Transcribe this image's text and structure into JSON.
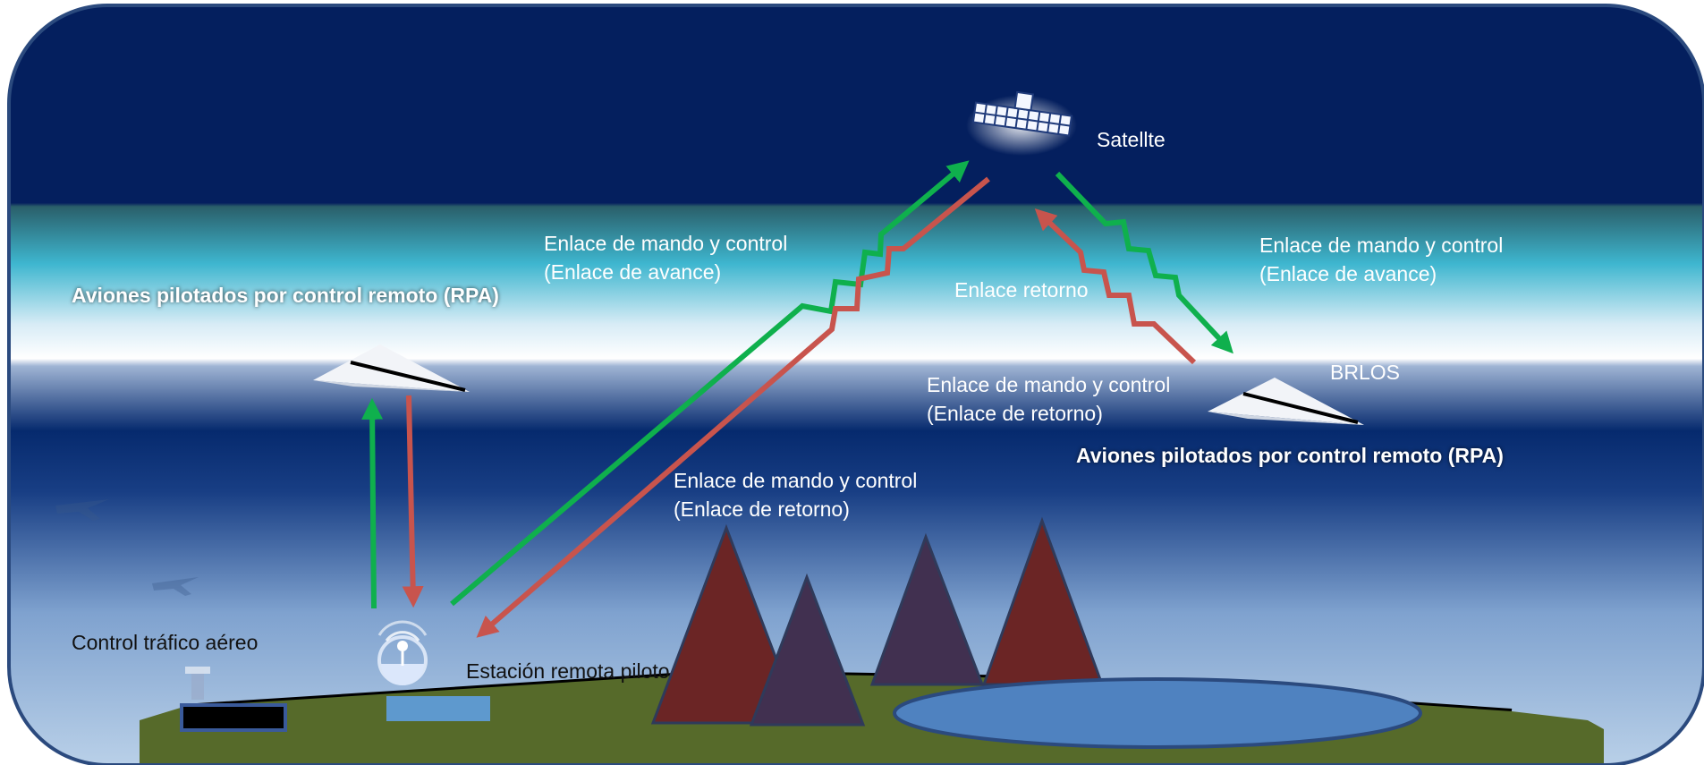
{
  "labels": {
    "satellite": "Satellte",
    "uplink_left": {
      "line1": "Enlace de mando y control",
      "line2": "(Enlace de avance)"
    },
    "uplink_right": {
      "line1": "Enlace de mando y control",
      "line2": "(Enlace de avance)"
    },
    "return_short": "Enlace retorno",
    "return_right": {
      "line1": "Enlace de mando y control",
      "line2": "(Enlace de retorno)"
    },
    "return_mid": {
      "line1": "Enlace de mando y control",
      "line2": "(Enlace de retorno)"
    },
    "rpa_left": "Aviones pilotados por control remoto (RPA)",
    "rpa_right": "Aviones pilotados por control remoto (RPA)",
    "brlos": "BRLOS",
    "atc": "Control tráfico aéreo",
    "station": "Estación remota piloto"
  },
  "colors": {
    "sky_top": "#041f5e",
    "forward_link": "#0fb04d",
    "return_link": "#c8544d",
    "ground": "#566a2a",
    "lake": "#4f82c0",
    "mountain_red": "#6b2525",
    "mountain_purple": "#413050"
  },
  "icons": {
    "satellite": "satellite-icon",
    "aircraft": "paper-plane-aircraft-icon",
    "station": "antenna-station-icon",
    "tower": "control-tower-icon"
  }
}
